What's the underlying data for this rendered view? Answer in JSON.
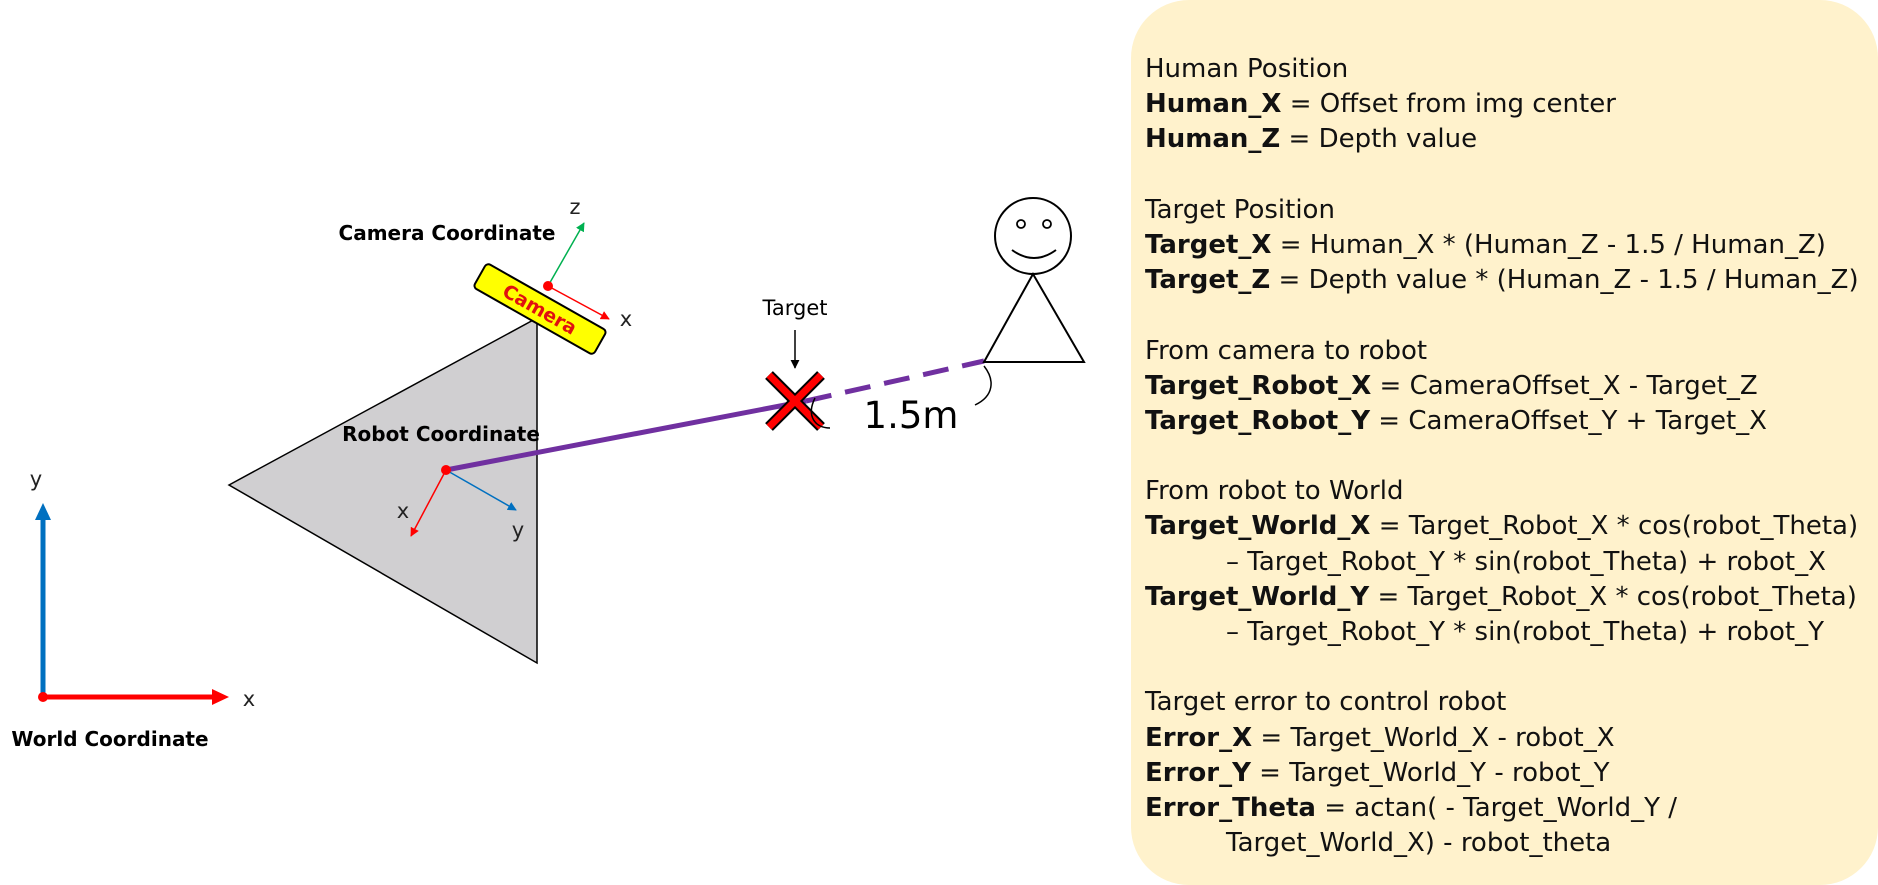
{
  "diagram": {
    "labels": {
      "camera_coordinate": "Camera Coordinate",
      "camera": "Camera",
      "robot_coordinate": "Robot Coordinate",
      "world_coordinate": "World Coordinate",
      "target": "Target",
      "distance": "1.5m",
      "axis_z": "z",
      "axis_x": "x",
      "axis_y": "y"
    },
    "colors": {
      "robot_body": "#d0cfd1",
      "camera_body": "#ffff00",
      "path_line": "#7030a0",
      "target_cross": "#ff0000",
      "axis_red": "#ff0000",
      "axis_blue": "#0070c0",
      "axis_green": "#00b050",
      "panel_bg": "#fff2cc"
    },
    "icons": [
      "human-stick-figure-icon",
      "target-x-mark-icon"
    ]
  },
  "panel": {
    "human": {
      "heading": "Human Position",
      "x_term": "Human_X",
      "x_expr": " = Offset from img center",
      "z_term": "Human_Z",
      "z_expr": " = Depth value"
    },
    "target": {
      "heading": "Target Position",
      "x_term": "Target_X",
      "x_expr": " = Human_X * (Human_Z - 1.5 / Human_Z)",
      "z_term": "Target_Z",
      "z_expr": " = Depth value * (Human_Z - 1.5 / Human_Z)"
    },
    "camera_to_robot": {
      "heading": "From camera to robot",
      "x_term": "Target_Robot_X",
      "x_expr": " = CameraOffset_X - Target_Z",
      "y_term": "Target_Robot_Y",
      "y_expr": " = CameraOffset_Y + Target_X"
    },
    "robot_to_world": {
      "heading": "From robot to World",
      "x_term": "Target_World_X",
      "x_expr": " = Target_Robot_X * cos(robot_Theta)",
      "x_cont": "– Target_Robot_Y * sin(robot_Theta) + robot_X",
      "y_term": "Target_World_Y",
      "y_expr": " = Target_Robot_X * cos(robot_Theta)",
      "y_cont": "– Target_Robot_Y * sin(robot_Theta) + robot_Y"
    },
    "error": {
      "heading": "Target error to control robot",
      "x_term": "Error_X",
      "x_expr": " = Target_World_X  - robot_X",
      "y_term": "Error_Y",
      "y_expr": " = Target_World_Y  - robot_Y",
      "theta_term": "Error_Theta",
      "theta_expr": " = actan( - Target_World_Y /",
      "theta_cont": "Target_World_X) - robot_theta"
    }
  }
}
